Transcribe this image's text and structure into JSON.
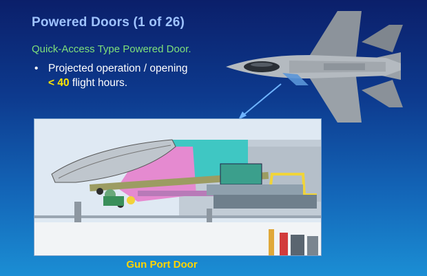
{
  "slide": {
    "title": "Powered Doors (1 of 26)",
    "subtitle": "Quick-Access Type Powered Door.",
    "bullet": {
      "symbol": "•",
      "line1": "Projected operation / opening",
      "highlight": "< 40",
      "line2_rest": " flight hours."
    },
    "caption": "Gun Port Door"
  },
  "icons": {
    "aircraft": "fighter-jet-icon",
    "pointer": "callout-arrow-icon"
  },
  "colors": {
    "title": "#9fc3ff",
    "subtitle": "#7fe07a",
    "highlight": "#ffe600",
    "caption": "#ffd400"
  }
}
